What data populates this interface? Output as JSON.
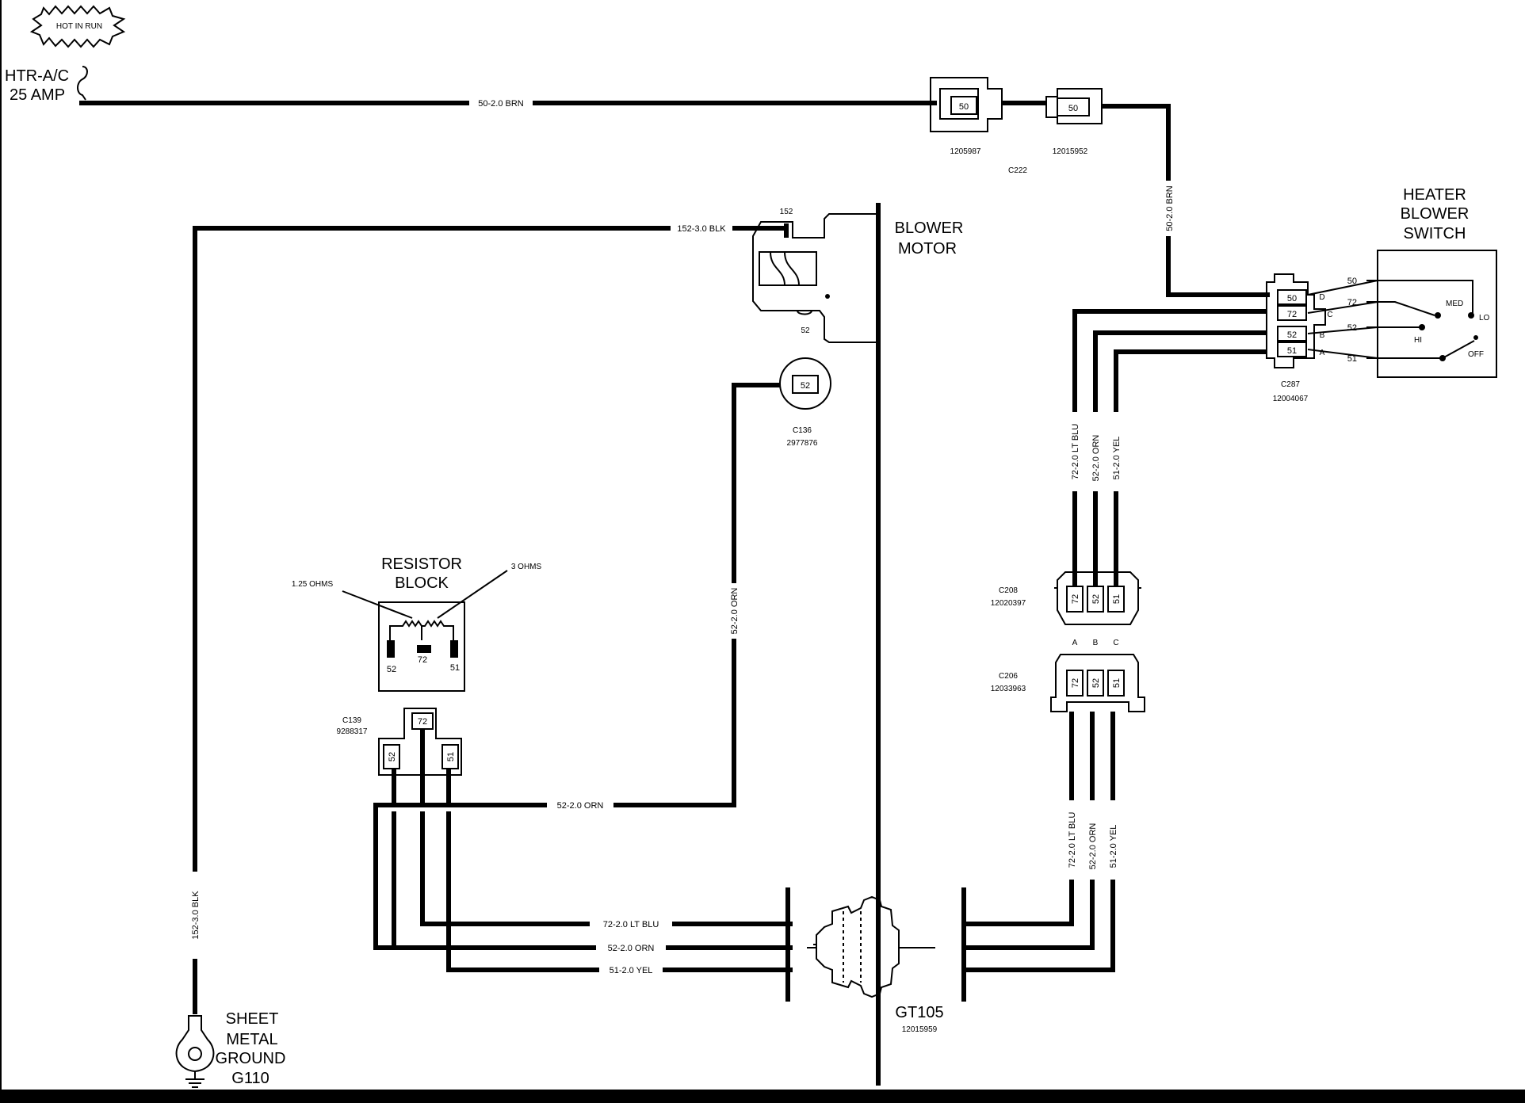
{
  "fuse": {
    "badge": "HOT IN RUN",
    "name": "HTR-A/C",
    "rating": "25 AMP"
  },
  "wires": {
    "w50_top": "50-2.0 BRN",
    "w50_vert": "50-2.0 BRN",
    "w152_top": "152-3.0 BLK",
    "w152_vert": "152-3.0 BLK",
    "w52_vert": "52-2.0 ORN",
    "w52_horiz": "52-2.0 ORN",
    "w72_upper": "72-2.0 LT BLU",
    "w52_upper": "52-2.0 ORN",
    "w51_upper": "51-2.0 YEL",
    "w72_lower": "72-2.0 LT BLU",
    "w52_lower": "52-2.0 ORN",
    "w51_lower": "51-2.0 YEL",
    "w72_bottom": "72-2.0 LT BLU",
    "w52_bottom": "52-2.0 ORN",
    "w51_bottom": "51-2.0 YEL"
  },
  "connectors": {
    "c222": {
      "name": "C222",
      "part_left": "1205987",
      "part_right": "12015952",
      "pin": "50"
    },
    "c287": {
      "name": "C287",
      "part": "12004067",
      "pins": [
        "50",
        "72",
        "52",
        "51"
      ],
      "letters": [
        "D",
        "C",
        "B",
        "A"
      ]
    },
    "c136": {
      "name": "C136",
      "part": "2977876",
      "pin": "52"
    },
    "c139": {
      "name": "C139",
      "part": "9288317",
      "pins": [
        "72",
        "52",
        "51"
      ]
    },
    "c208": {
      "name": "C208",
      "part": "12020397",
      "pins": [
        "72",
        "52",
        "51"
      ],
      "letters": [
        "A",
        "B",
        "C"
      ]
    },
    "c206": {
      "name": "C206",
      "part": "12033963",
      "pins": [
        "72",
        "52",
        "51"
      ]
    },
    "gt105": {
      "name": "GT105",
      "part": "12015959"
    }
  },
  "blower_motor": {
    "title_line1": "BLOWER",
    "title_line2": "MOTOR",
    "pin_top": "152",
    "pin_bottom": "52"
  },
  "switch": {
    "title_line1": "HEATER",
    "title_line2": "BLOWER",
    "title_line3": "SWITCH",
    "terminals": [
      "50",
      "72",
      "52",
      "51"
    ],
    "positions": {
      "med": "MED",
      "lo": "LO",
      "hi": "HI",
      "off": "OFF"
    }
  },
  "resistor": {
    "title_line1": "RESISTOR",
    "title_line2": "BLOCK",
    "left_value": "1.25 OHMS",
    "right_value": "3 OHMS",
    "pins": [
      "52",
      "72",
      "51"
    ]
  },
  "ground": {
    "line1": "SHEET",
    "line2": "METAL",
    "line3": "GROUND",
    "line4": "G110"
  }
}
